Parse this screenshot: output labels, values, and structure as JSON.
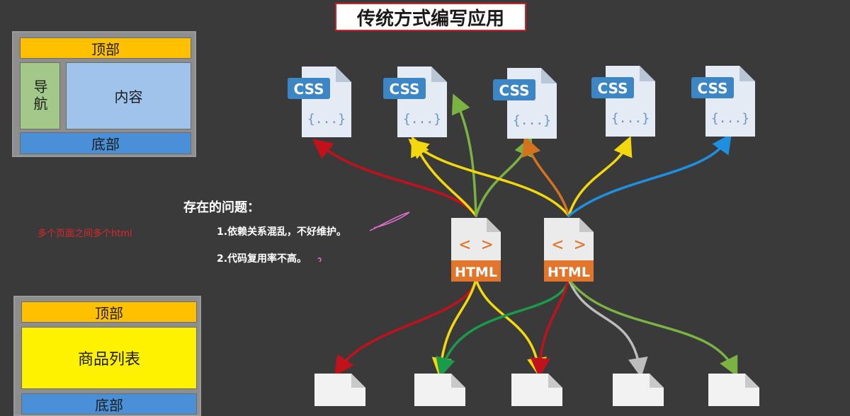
{
  "title": "传统方式编写应用",
  "layout_top": {
    "top": "顶部",
    "nav": "导航",
    "content": "内容",
    "bottom": "底部"
  },
  "layout_bottom": {
    "top": "顶部",
    "list": "商品列表",
    "bottom": "底部"
  },
  "issues": {
    "title": "存在的问题：",
    "items": [
      "1.依赖关系混乱，不好维护。",
      "2.代码复用率不高。"
    ]
  },
  "note": "多个页面之间多个html",
  "css_files": [
    {
      "label": "CSS",
      "body": "{...}"
    },
    {
      "label": "CSS",
      "body": "{...}"
    },
    {
      "label": "CSS",
      "body": "{...}"
    },
    {
      "label": "CSS",
      "body": "{...}"
    },
    {
      "label": "CSS",
      "body": "{...}"
    }
  ],
  "html_files": [
    {
      "label": "HTML",
      "glyph": "< >"
    },
    {
      "label": "HTML",
      "glyph": "< >"
    }
  ],
  "page_count": 5,
  "colors": {
    "title_border": "#c8232c",
    "css_badge": "#3d86c6",
    "html_badge": "#e0752b",
    "arrow_red": "#c1121c",
    "arrow_green": "#7bb342",
    "arrow_yellow": "#f2d80c",
    "arrow_orange": "#d3731e",
    "arrow_blue": "#1f8fe0",
    "arrow_darkgreen": "#1a9a4a",
    "arrow_gray": "#bdbdbd"
  }
}
